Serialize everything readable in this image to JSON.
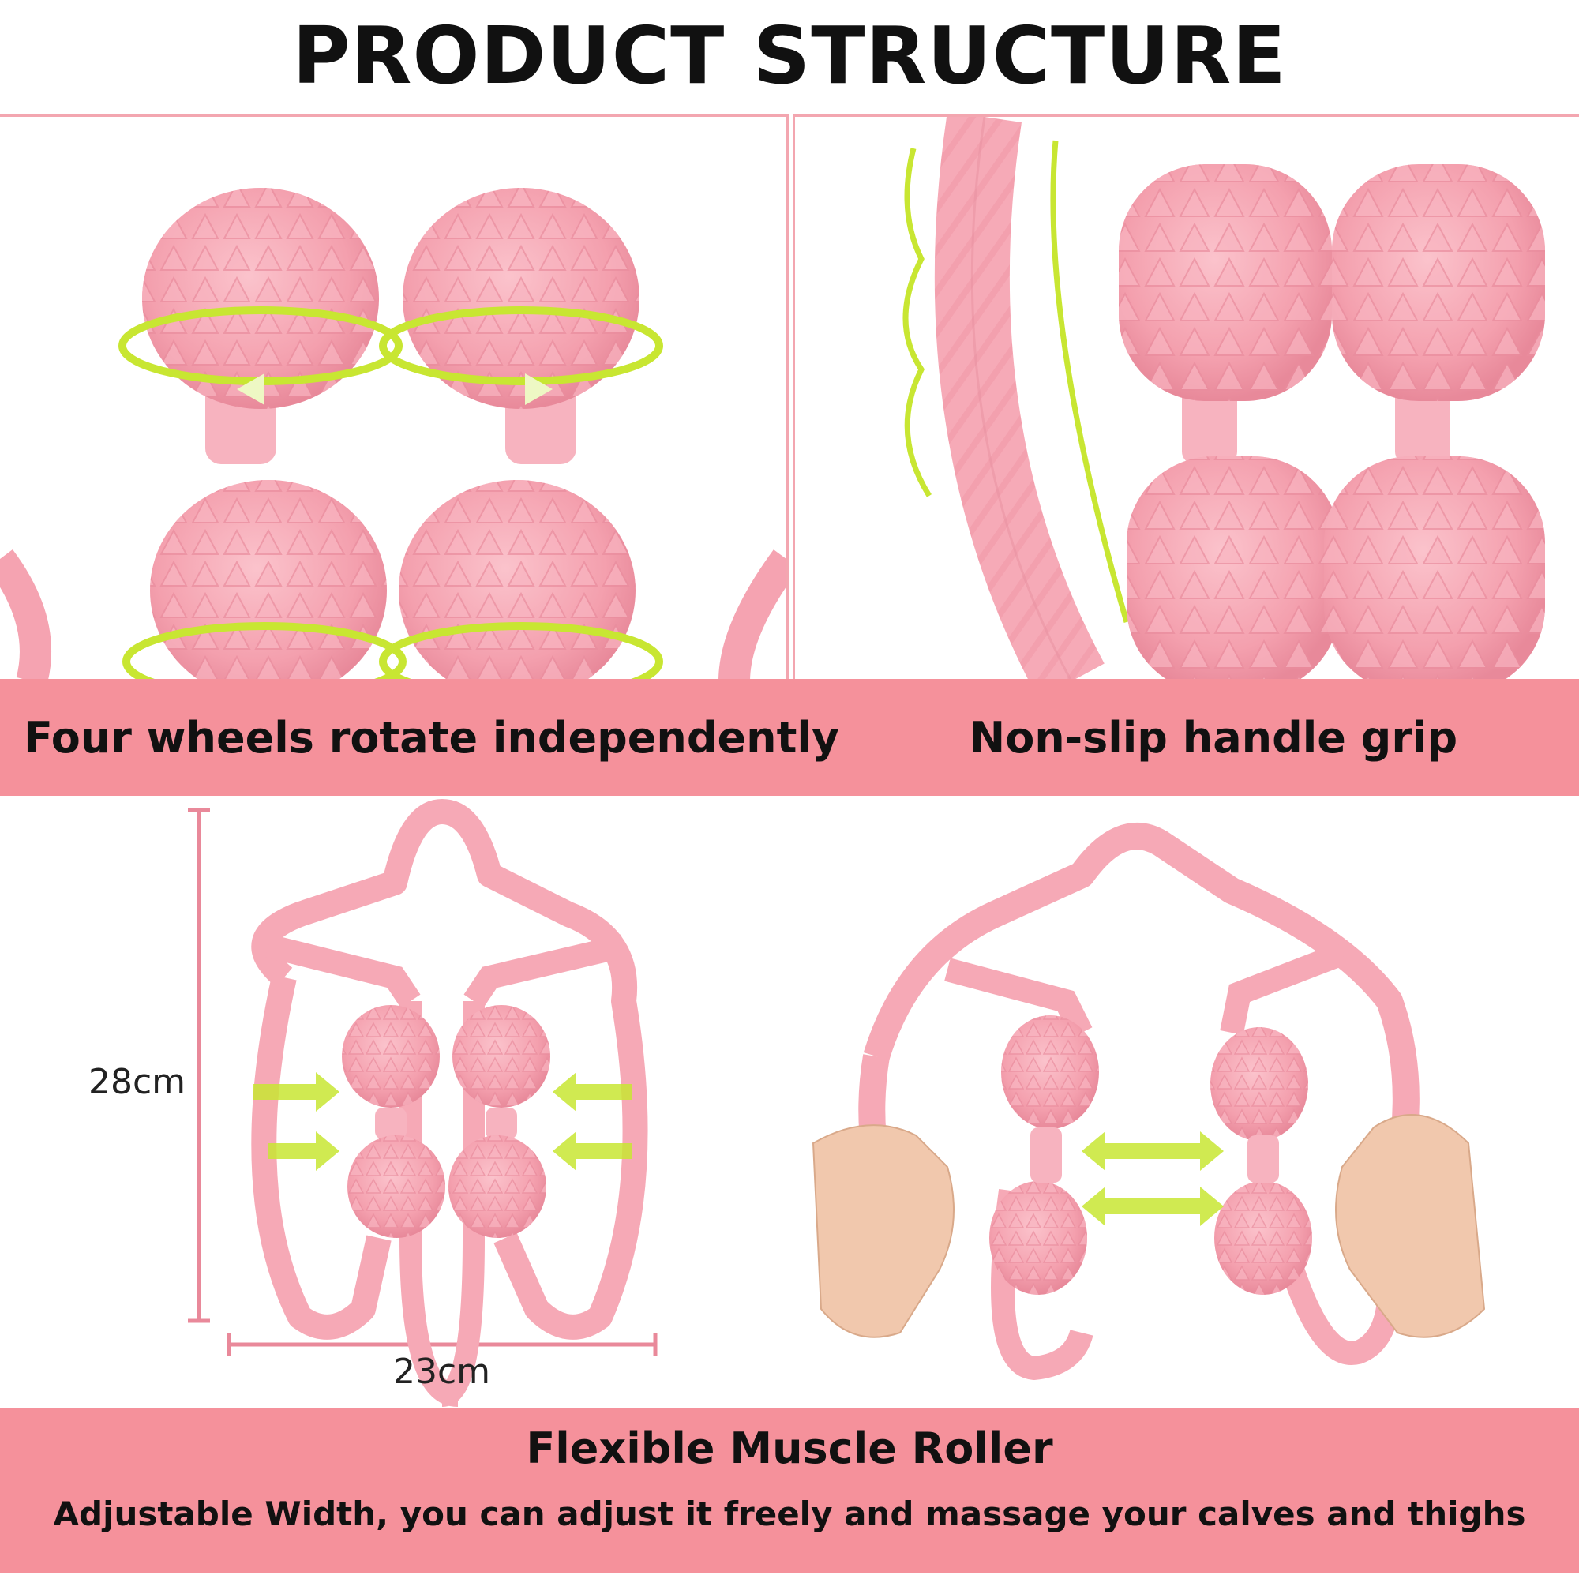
{
  "header": {
    "title": "PRODUCT STRUCTURE"
  },
  "features": {
    "left_label": "Four wheels rotate independently",
    "right_label": "Non-slip handle grip"
  },
  "dimensions": {
    "height": "28cm",
    "width": "23cm"
  },
  "footer": {
    "caption": "Flexible Muscle Roller",
    "subcaption": "Adjustable Width, you can adjust it freely and massage your calves and thighs"
  },
  "colors": {
    "band_pink": "#f5919b",
    "product_pink": "#f7a8b4",
    "accent_green": "#c8e632"
  }
}
